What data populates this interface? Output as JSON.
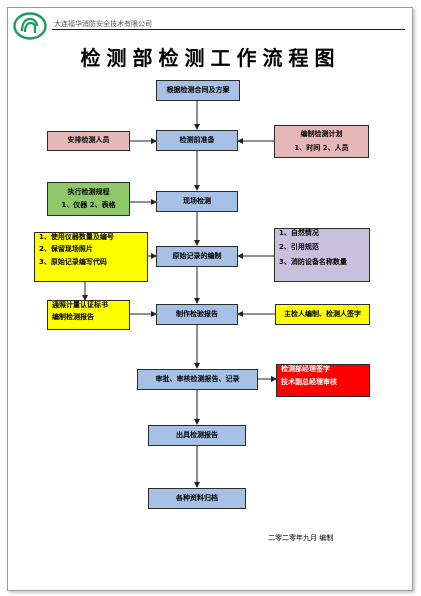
{
  "header": {
    "company": "大连福华消防安全技术有限公司"
  },
  "title": "检测部检测工作流程图",
  "flow": {
    "step1": "根据检测合同及方案",
    "step2": "检测前准备",
    "step3": "现场检测",
    "step4": "原始记录的编制",
    "step5": "制作检验报告",
    "step6": "审批、审核检测报告、记录",
    "step7": "出具检测报告",
    "step8": "各种资料归档"
  },
  "side": {
    "arrange": "安排检测人员",
    "plan": {
      "line1": "编制检测计划",
      "line2": "1、时间  2、人员"
    },
    "execute": {
      "line1": "执行检测规程",
      "line2": "1、仪器  2、表格"
    },
    "original_left": {
      "line1": "1、使用仪器数量及编号",
      "line2": "2、保留现场照片",
      "line3": "3、原始记录编写代码"
    },
    "original_right": {
      "line1": "1、自然情况",
      "line2": "2、引用规范",
      "line3": "3、消防设备名称数量"
    },
    "cert": {
      "line1": "通照计量认证标书",
      "line2": "编制检测报告"
    },
    "sign": "主检人编制、检测人签字",
    "approve": {
      "line1": "检测部经理签字",
      "line2": "技术副总经理审核"
    }
  },
  "footer": "二零二零年九月    编制",
  "colors": {
    "blue": "#a7c1e6",
    "pink": "#e6b7b7",
    "green": "#8fc86a",
    "yellow": "#ffff00",
    "lavender": "#c9c0dd",
    "red": "#ff0000",
    "logo": "#1e9a5a"
  }
}
